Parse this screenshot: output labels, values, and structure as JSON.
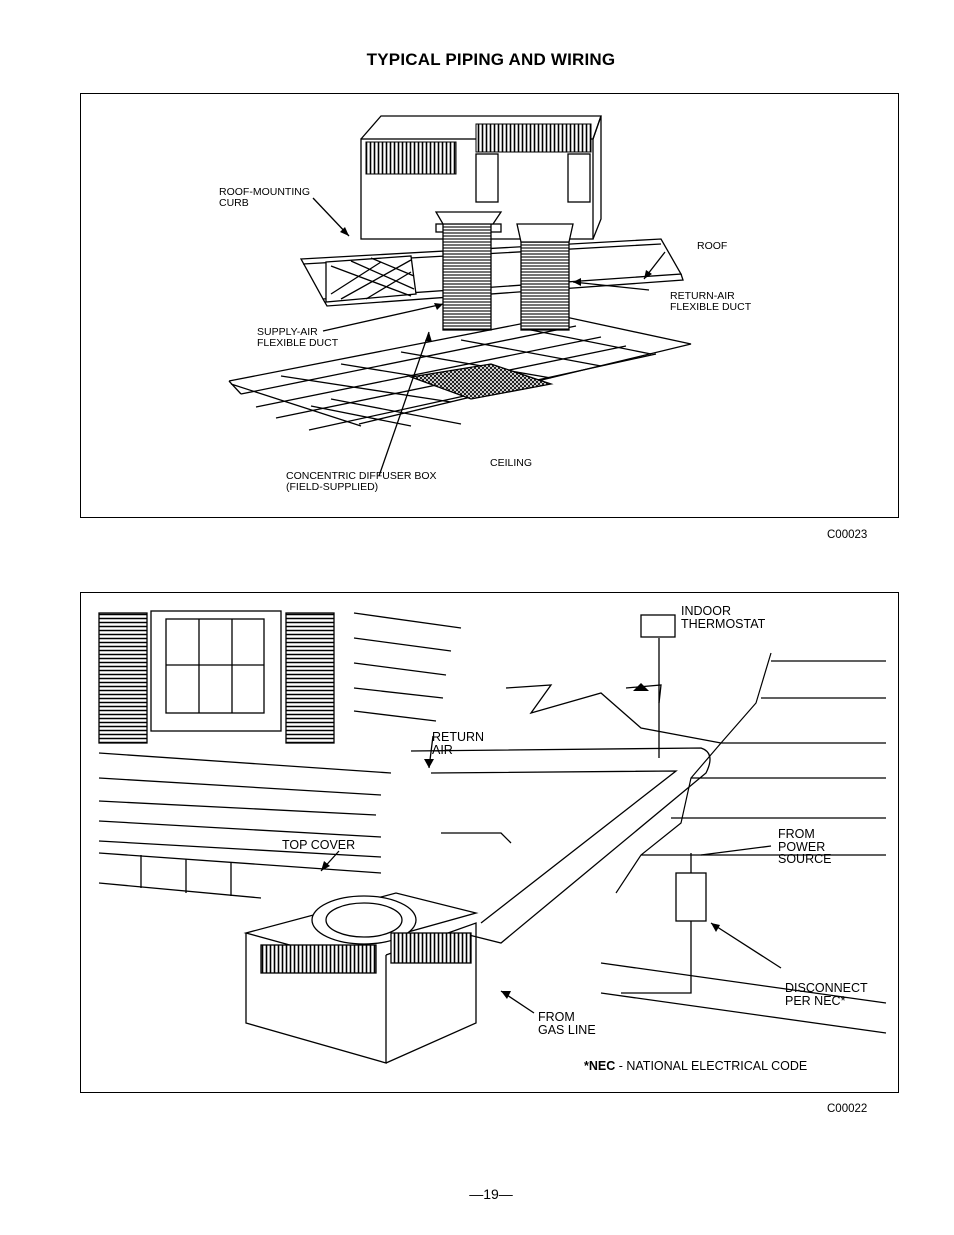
{
  "title": "TYPICAL PIPING AND WIRING",
  "figure_top": {
    "labels": {
      "roof_mounting_curb": "ROOF-MOUNTING\nCURB",
      "roof": "ROOF",
      "return_air_duct": "RETURN-AIR\nFLEXIBLE DUCT",
      "supply_air_duct": "SUPPLY-AIR\nFLEXIBLE DUCT",
      "ceiling": "CEILING",
      "diffuser_box": "CONCENTRIC DIFFUSER BOX\n(FIELD-SUPPLIED)"
    },
    "code": "C00023"
  },
  "figure_bottom": {
    "labels": {
      "indoor_thermostat": "INDOOR\nTHERMOSTAT",
      "return_air": "RETURN\nAIR",
      "top_cover": "TOP COVER",
      "from_power_source": "FROM\nPOWER\nSOURCE",
      "disconnect": "DISCONNECT\nPER NEC*",
      "from_gas_line": "FROM\nGAS LINE"
    },
    "nec_bold": "*NEC",
    "nec_rest": " - NATIONAL ELECTRICAL CODE",
    "code": "C00022"
  },
  "page_number": "—19—"
}
